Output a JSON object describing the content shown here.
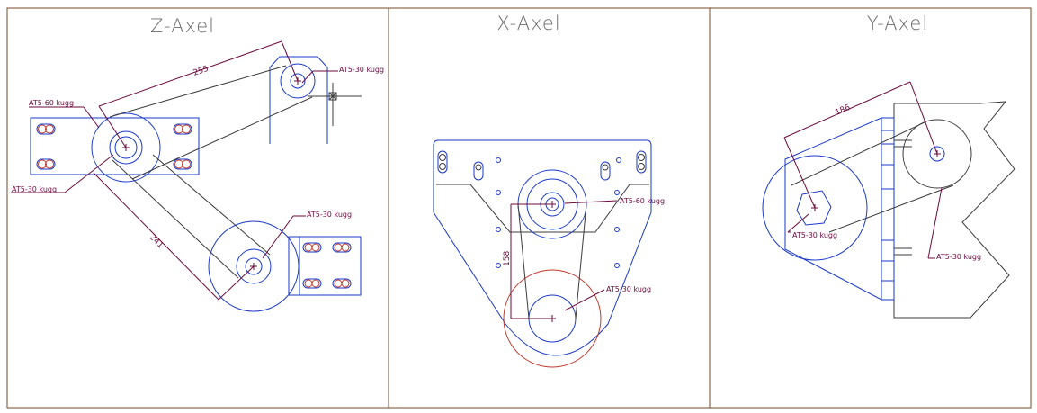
{
  "panels": [
    {
      "title": "Z-Axel",
      "labels": [
        "AT5-60 kugg",
        "AT5-30 kugg",
        "AT5-30 kugg",
        "AT5-30 kugg"
      ],
      "dimensions": [
        "255",
        "241"
      ]
    },
    {
      "title": "X-Axel",
      "labels": [
        "AT5-60 kugg",
        "AT5-30 kugg"
      ],
      "dimensions": [
        "158"
      ]
    },
    {
      "title": "Y-Axel",
      "labels": [
        "AT5-30 kugg",
        "AT5-30 kugg"
      ],
      "dimensions": [
        "186"
      ]
    }
  ],
  "colors": {
    "outline": "#1a39c8",
    "dimension": "#6b0b3e",
    "border": "#7a4a2a"
  }
}
